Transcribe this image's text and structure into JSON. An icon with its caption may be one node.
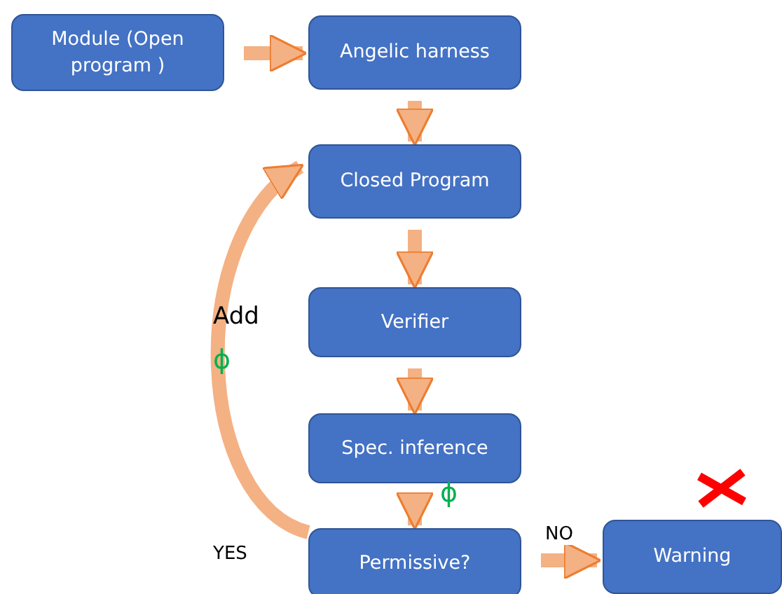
{
  "diagram": {
    "nodes": [
      {
        "text": [
          "Module (Open program )"
        ]
      },
      {
        "text": [
          "Angelic harness"
        ]
      },
      {
        "text": [
          "Closed Program"
        ]
      },
      {
        "text": [
          "Verifier"
        ]
      },
      {
        "text": [
          "Spec. inference"
        ]
      },
      {
        "text": [
          "Permissive?"
        ]
      },
      {
        "text": [
          "Warning"
        ]
      }
    ],
    "edges": [
      {
        "from": 0,
        "to": 1,
        "arrow": "to"
      },
      {
        "from": 1,
        "to": 2,
        "arrow": "to"
      },
      {
        "from": 2,
        "to": 3,
        "arrow": "to"
      },
      {
        "from": 3,
        "to": 4,
        "arrow": "to"
      },
      {
        "from": 4,
        "to": 5,
        "arrow": "to"
      },
      {
        "from": 5,
        "to": 6,
        "arrow": "to",
        "label": "NO"
      },
      {
        "from": 5,
        "to": 2,
        "arrow": "to",
        "label": "YES"
      }
    ],
    "labels": [
      "Add",
      "ϕ",
      "ϕ"
    ]
  }
}
